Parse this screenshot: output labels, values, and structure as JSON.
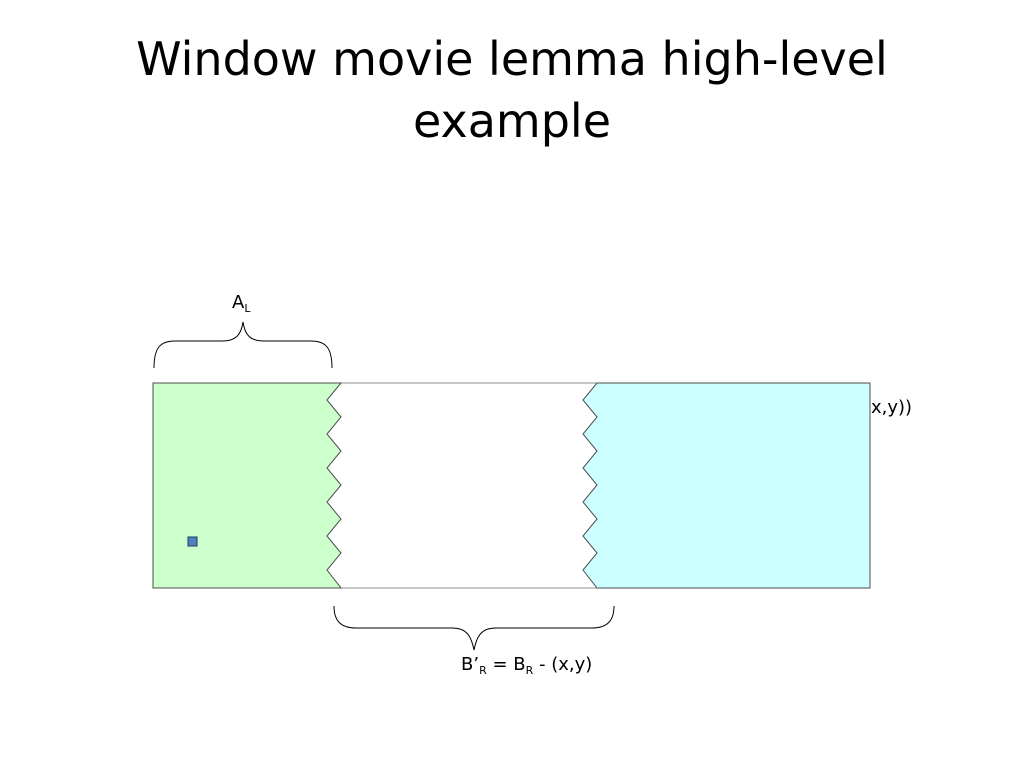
{
  "slide": {
    "title": "Window movie lemma high-level example"
  },
  "labels": {
    "a_l": {
      "main": "A",
      "sub": "L"
    },
    "b_r": {
      "part1": "B’",
      "sub1": "R",
      "part2": " = B",
      "sub2": "R",
      "part3": " - (x,y)"
    },
    "xy_fragment": "x,y))"
  },
  "colors": {
    "left_region": "#ccffcc",
    "right_region": "#ccffff",
    "middle_region": "#ffffff",
    "point_marker": "#4f81bd",
    "outline": "#7f7f7f"
  }
}
